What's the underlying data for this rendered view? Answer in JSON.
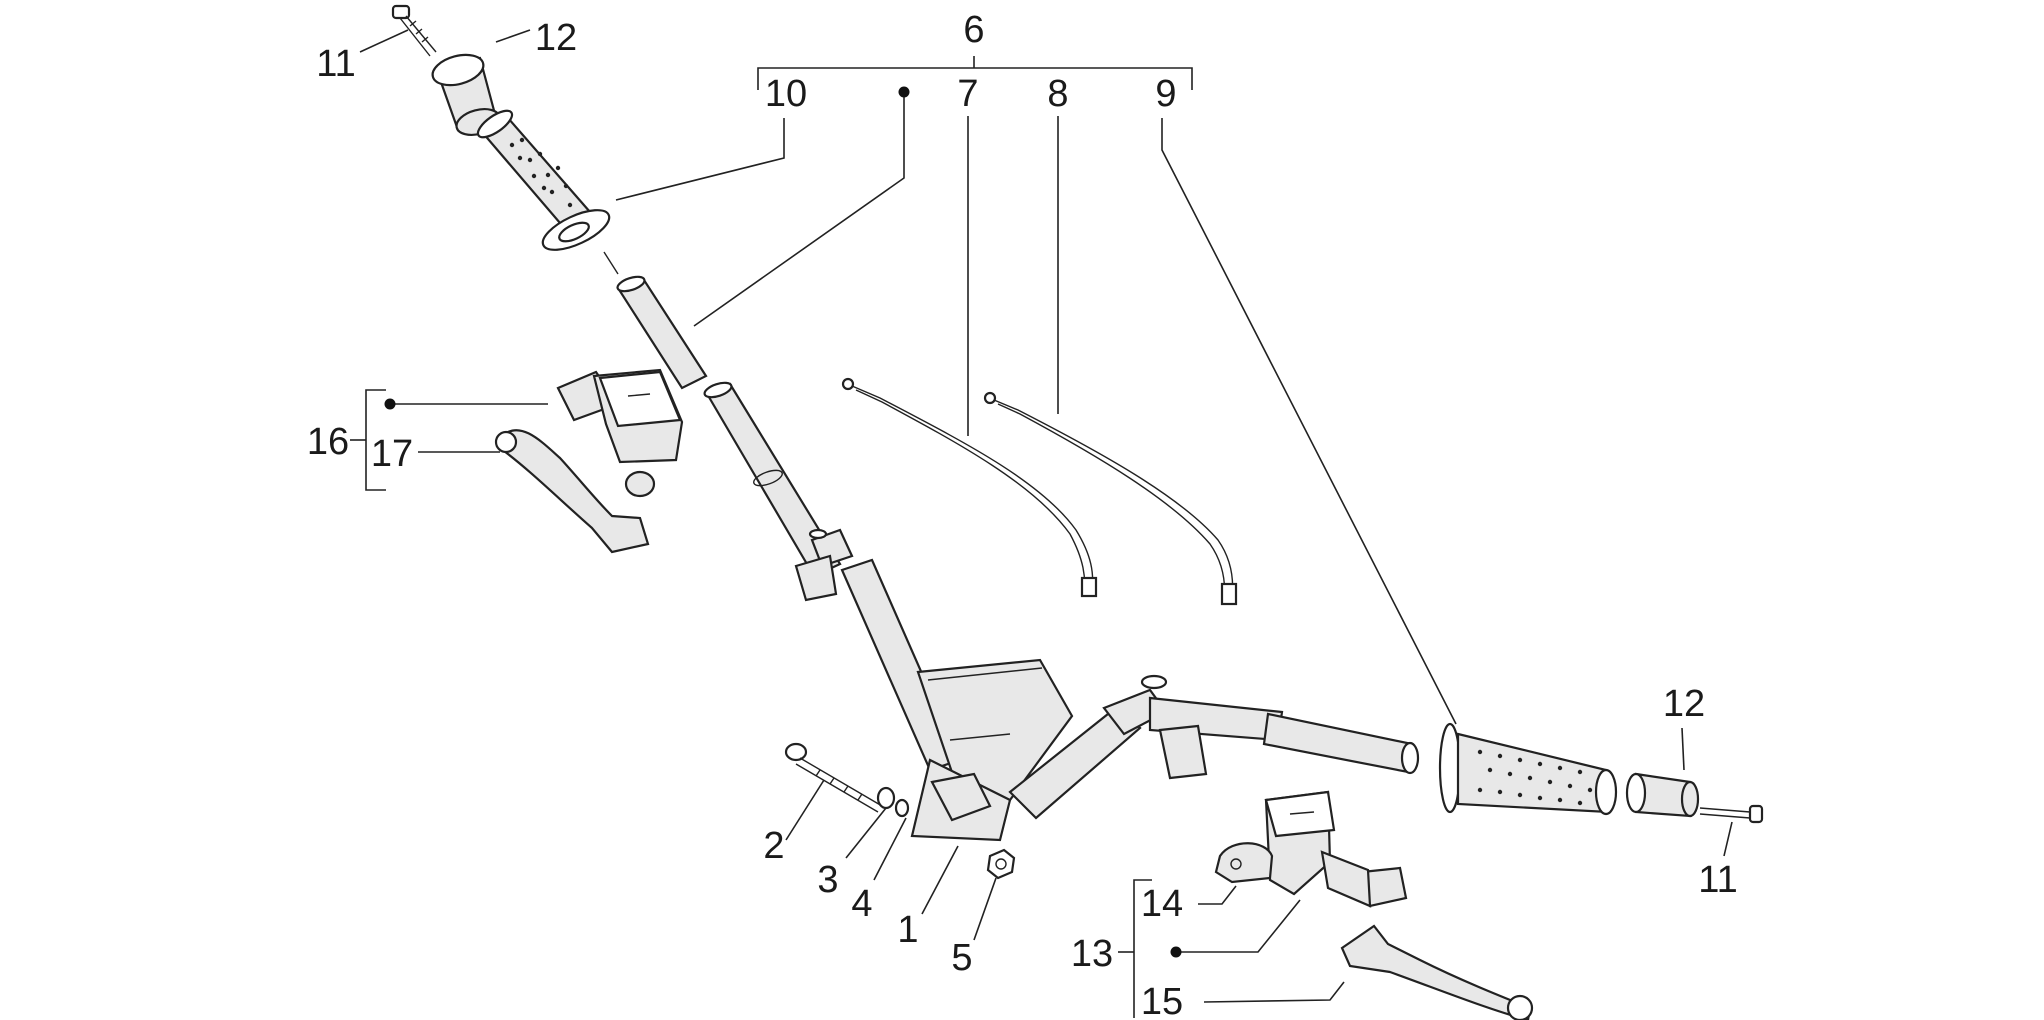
{
  "labels": {
    "l1": "1",
    "l2": "2",
    "l3": "3",
    "l4": "4",
    "l5": "5",
    "l6": "6",
    "l7": "7",
    "l8": "8",
    "l9": "9",
    "l10": "10",
    "l11_top": "11",
    "l11_bottom": "11",
    "l12_top": "12",
    "l12_bottom": "12",
    "l13": "13",
    "l14": "14",
    "l15": "15",
    "l16": "16",
    "l17": "17"
  }
}
